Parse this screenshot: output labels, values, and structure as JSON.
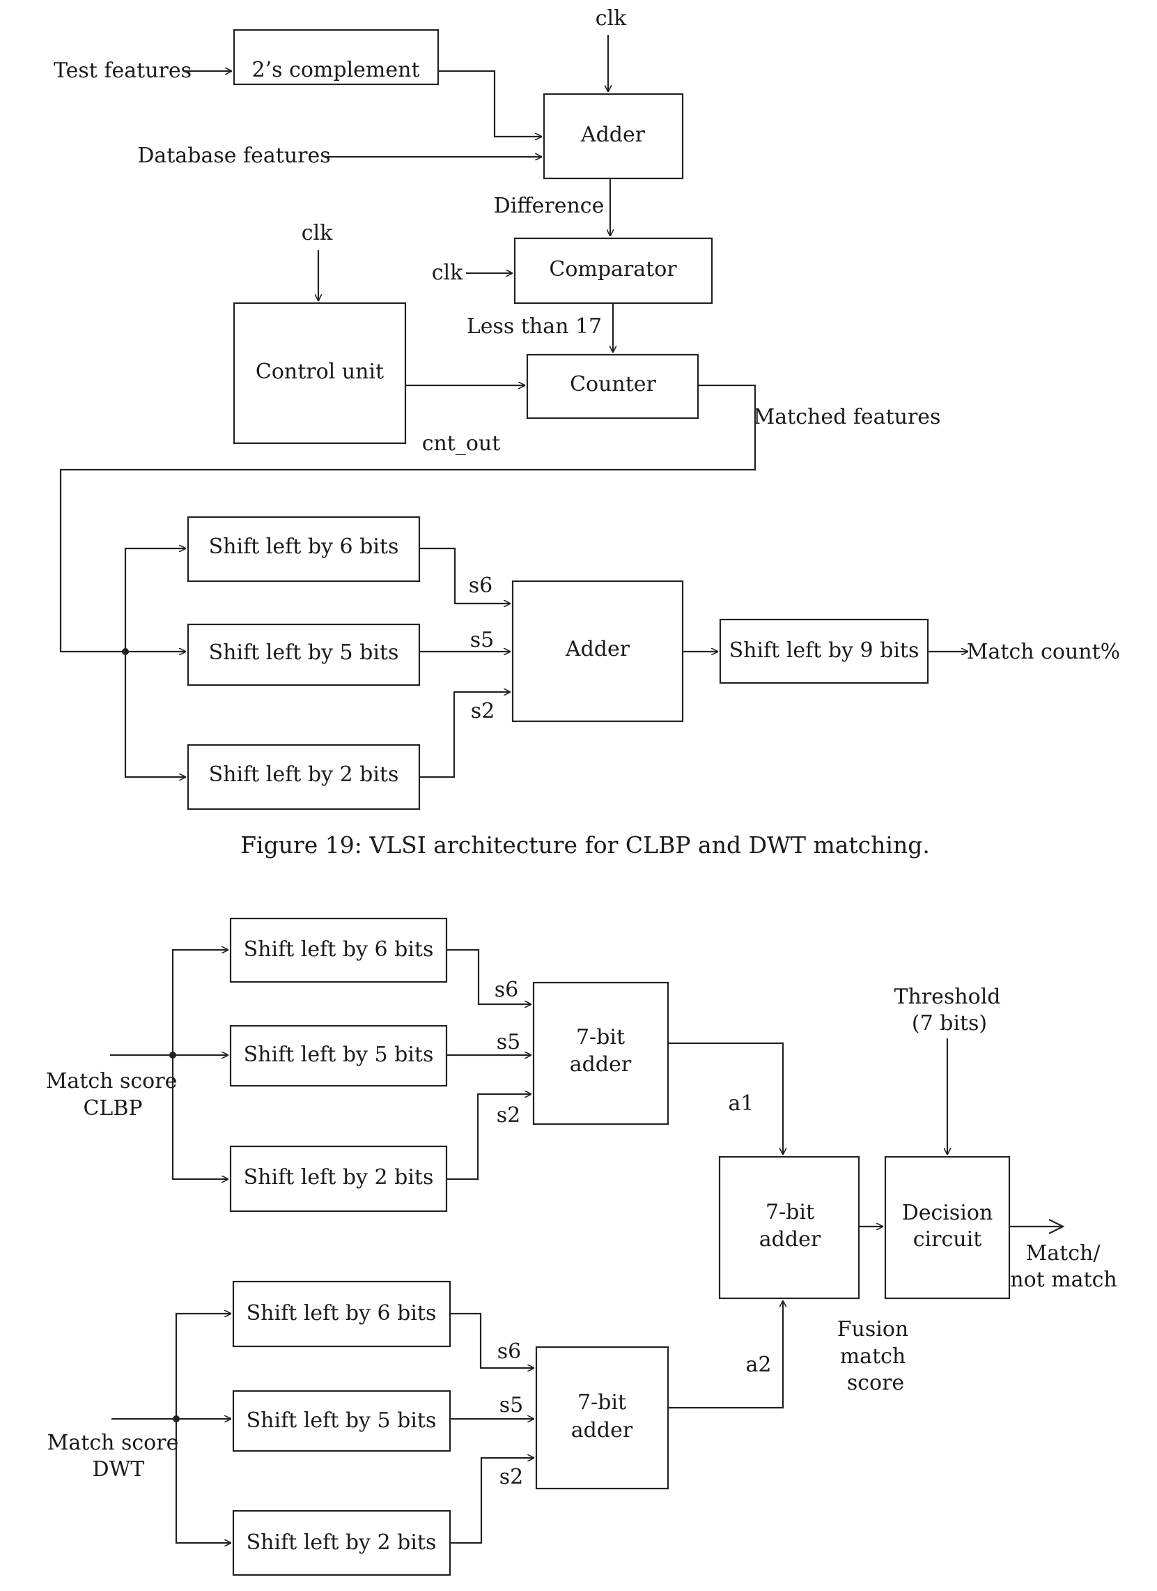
{
  "figure19": {
    "caption": "Figure 19: VLSI architecture for CLBP and DWT matching.",
    "blocks": {
      "twos_complement": "2’s complement",
      "adder": "Adder",
      "comparator": "Comparator",
      "control_unit": "Control unit",
      "counter": "Counter",
      "shift6": "Shift left by 6 bits",
      "shift5": "Shift left by 5 bits",
      "shift2": "Shift left by 2 bits",
      "sum_adder": "Adder",
      "shift9": "Shift left by 9 bits"
    },
    "signals": {
      "test_features": "Test features",
      "database_features": "Database features",
      "clk_adder": "clk",
      "clk_control": "clk",
      "clk_comparator": "clk",
      "difference": "Difference",
      "less_than_17": "Less than 17",
      "cnt_out": "cnt_out",
      "matched_features": "Matched features",
      "s6": "s6",
      "s5": "s5",
      "s2": "s2",
      "match_count": "Match count%"
    }
  },
  "figure20": {
    "clbp_branch": {
      "input_line1": "Match score",
      "input_line2": "CLBP",
      "shift6": "Shift left by 6 bits",
      "shift5": "Shift left by 5 bits",
      "shift2": "Shift left by 2 bits",
      "adder_line1": "7-bit",
      "adder_line2": "adder",
      "s6": "s6",
      "s5": "s5",
      "s2": "s2",
      "out": "a1"
    },
    "dwt_branch": {
      "input_line1": "Match score",
      "input_line2": "DWT",
      "shift6": "Shift left by 6 bits",
      "shift5": "Shift left by 5 bits",
      "shift2": "Shift left by 2 bits",
      "adder_line1": "7-bit",
      "adder_line2": "adder",
      "s6": "s6",
      "s5": "s5",
      "s2": "s2",
      "out": "a2"
    },
    "fusion_adder_line1": "7-bit",
    "fusion_adder_line2": "adder",
    "fusion_label_line1": "Fusion",
    "fusion_label_line2": "match",
    "fusion_label_line3": "score",
    "threshold_line1": "Threshold",
    "threshold_line2": "(7 bits)",
    "decision_line1": "Decision",
    "decision_line2": "circuit",
    "output_line1": "Match/",
    "output_line2": "not match"
  }
}
